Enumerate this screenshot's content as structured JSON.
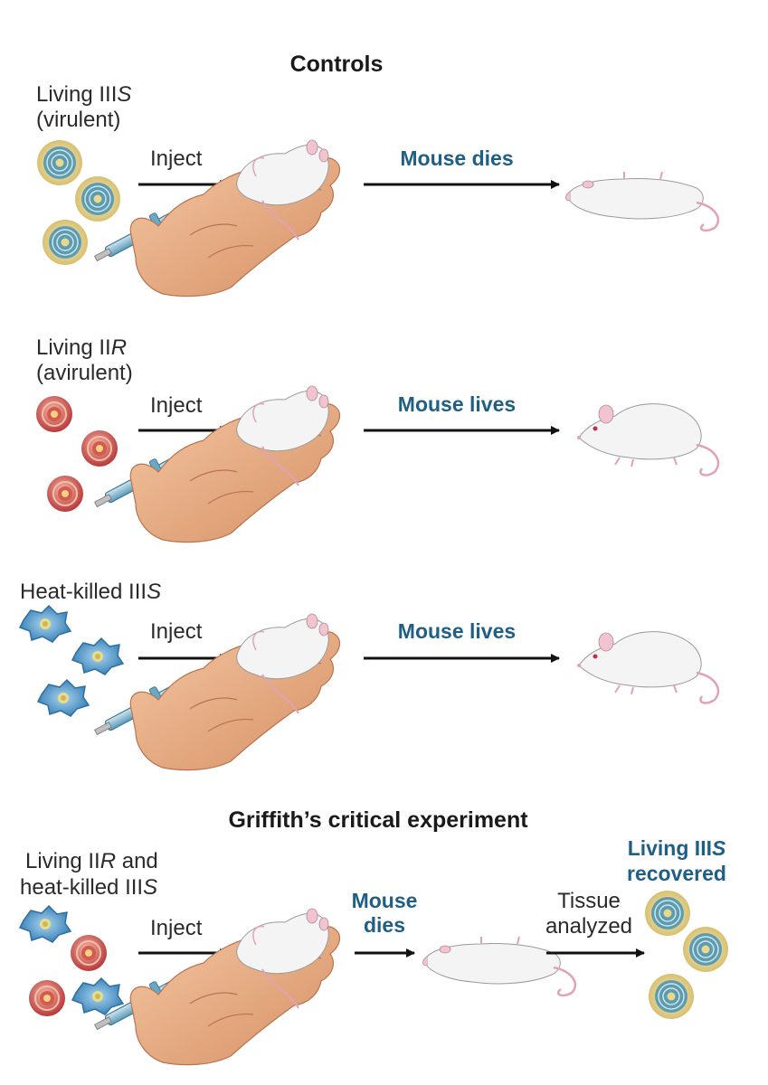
{
  "headings": {
    "controls": "Controls",
    "critical": "Griffith’s critical experiment"
  },
  "panel1": {
    "source_line1": "Living III",
    "source_line1_italic": "S",
    "source_line2": "(virulent)",
    "inject": "Inject",
    "result": "Mouse dies"
  },
  "panel2": {
    "source_line1": "Living II",
    "source_line1_italic": "R",
    "source_line2": "(avirulent)",
    "inject": "Inject",
    "result": "Mouse lives"
  },
  "panel3": {
    "source_line1": "Heat-killed III",
    "source_line1_italic": "S",
    "inject": "Inject",
    "result": "Mouse lives"
  },
  "panel4": {
    "source_line1a": "Living II",
    "source_line1_italic": "R",
    "source_line1b": " and",
    "source_line2": "heat-killed III",
    "source_line2_italic": "S",
    "inject": "Inject",
    "result_line1": "Mouse",
    "result_line2": "dies",
    "analysis_line1": "Tissue",
    "analysis_line2": "analyzed",
    "outcome_line1a": "Living III",
    "outcome_line1_italic": "S",
    "outcome_line2": "recovered"
  },
  "colors": {
    "result_text": "#1f5f86",
    "virulent_cell_ring": "#e4cf7e",
    "virulent_cell_core": "#5b9bb0",
    "avirulent_cell": "#c64646",
    "heat_killed_cell": "#4d8fbf",
    "hand": "#e7ab80",
    "mouse": "#f4f4f4",
    "tail": "#e3a2b3"
  }
}
